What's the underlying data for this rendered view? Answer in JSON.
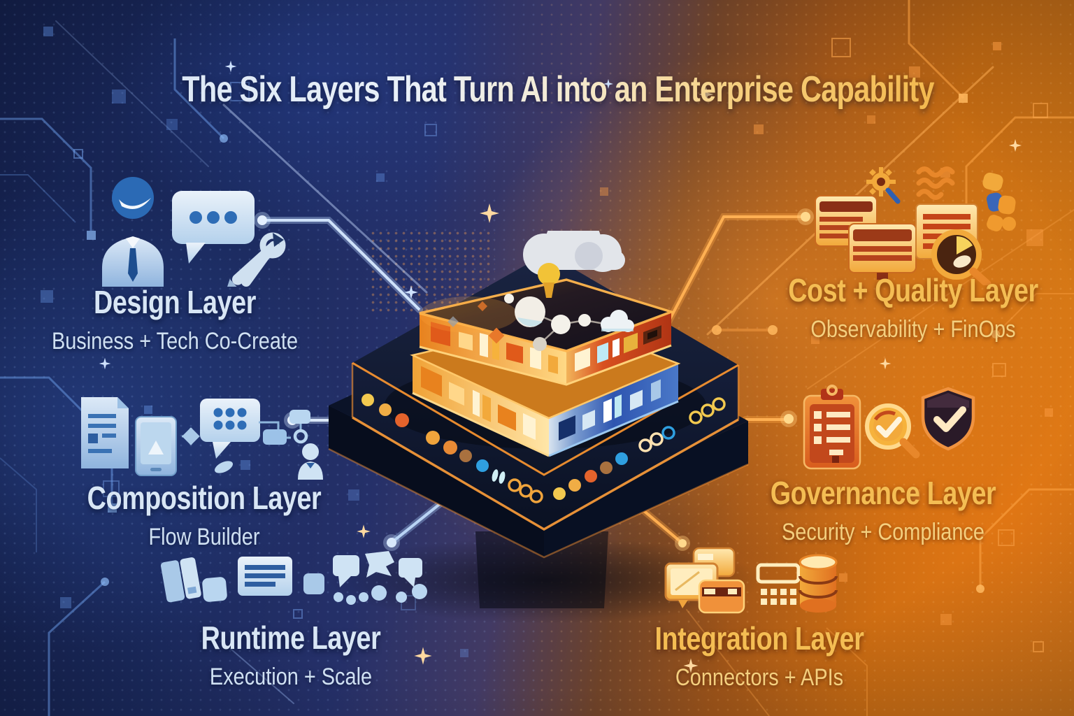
{
  "title": "The Six Layers That Turn AI into an Enterprise Capability",
  "layers": {
    "design": {
      "title": "Design Layer",
      "subtitle": "Business + Tech Co-Create",
      "side": "left"
    },
    "composition": {
      "title": "Composition Layer",
      "subtitle": "Flow Builder",
      "side": "left"
    },
    "runtime": {
      "title": "Runtime Layer",
      "subtitle": "Execution + Scale",
      "side": "left"
    },
    "cost_quality": {
      "title": "Cost + Quality Layer",
      "subtitle": "Observability + FinOps",
      "side": "right"
    },
    "governance": {
      "title": "Governance Layer",
      "subtitle": "Security + Compliance",
      "side": "right"
    },
    "integration": {
      "title": "Integration Layer",
      "subtitle": "Connectors + APIs",
      "side": "right"
    }
  },
  "center_illustration": "Isometric stack of glowing platform layers with cloud, lightbulb and network nodes on top",
  "icons": {
    "design": [
      "person-icon",
      "speech-bubble-icon",
      "pen-and-wrench-icon"
    ],
    "composition": [
      "document-icon",
      "tablet-icon",
      "chat-bubble-icon",
      "flow-nodes-icon",
      "user-icon"
    ],
    "runtime": [
      "notebook-icon",
      "tile-icon",
      "list-card-icon",
      "chat-bubbles-icon",
      "dots-trail-icon"
    ],
    "cost_quality": [
      "report-cards-icon",
      "gear-magnifier-icon",
      "waves-icon",
      "note-icon",
      "pie-magnifier-icon",
      "cluster-icon"
    ],
    "governance": [
      "clipboard-checklist-icon",
      "check-magnifier-icon",
      "shield-check-icon"
    ],
    "integration": [
      "screens-cards-icon",
      "keypad-icon",
      "database-icon"
    ]
  },
  "colors": {
    "left_accent": "#9fc3f5",
    "left_text": "#d8e6f5",
    "right_accent": "#f5a93b",
    "right_text": "#f4bd53",
    "background_left": "#1b2a5e",
    "background_right": "#dd7f18",
    "stack_glow": "#ff9e3a"
  }
}
